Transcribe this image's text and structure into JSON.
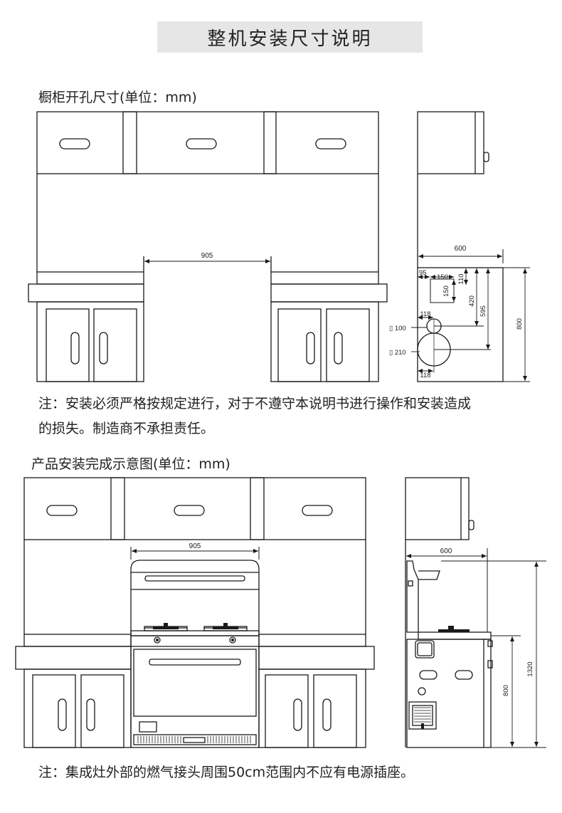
{
  "title": "整机安装尺寸说明",
  "section1": {
    "heading": "橱柜开孔尺寸(单位：mm)",
    "dim_gap": "905",
    "side": {
      "dim_600": "600",
      "dim_95": "95",
      "dim_150_w": "150",
      "dim_150_h": "150",
      "dim_110": "110",
      "dim_420": "420",
      "dim_595": "595",
      "dim_800": "800",
      "dim_118_top": "118",
      "dim_118_bottom": "118",
      "hole_100": "▯ 100",
      "hole_210": "▯ 210"
    },
    "note_line1": "注：安装必须严格按规定进行，对于不遵守本说明书进行操作和安装造成",
    "note_line2": "的损失。制造商不承担责任。"
  },
  "section2": {
    "heading": "产品安装完成示意图(单位：mm)",
    "dim_gap": "905",
    "side": {
      "dim_600": "600",
      "dim_800": "800",
      "dim_1320": "1320"
    },
    "note": "注：集成灶外部的燃气接头周围50cm范围内不应有电源插座。"
  },
  "colors": {
    "line": "#1a1a1a",
    "title_bg": "#e6e6e6"
  }
}
